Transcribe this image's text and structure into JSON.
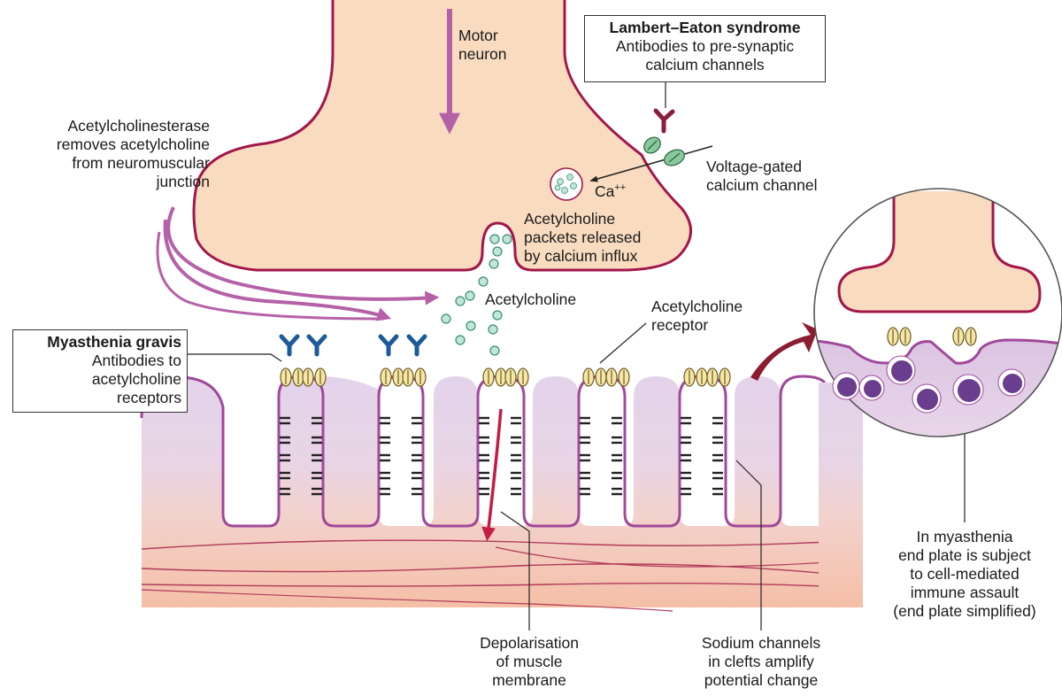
{
  "labels": {
    "motor_neuron": [
      "Motor",
      "neuron"
    ],
    "lambert_title": "Lambert–Eaton syndrome",
    "lambert_desc": [
      "Antibodies to pre-synaptic",
      "calcium channels"
    ],
    "acetylcholinesterase": [
      "Acetylcholinesterase",
      "removes acetylcholine",
      "from neuromuscular",
      "junction"
    ],
    "voltage_gated": [
      "Voltage-gated",
      "calcium channel"
    ],
    "calcium": "Ca",
    "calcium_charge": "++",
    "ach_packets": [
      "Acetylcholine",
      "packets released",
      "by calcium influx"
    ],
    "acetylcholine": "Acetylcholine",
    "ach_receptor": [
      "Acetylcholine",
      "receptor"
    ],
    "mg_title": "Myasthenia gravis",
    "mg_desc": [
      "Antibodies to",
      "acetylcholine",
      "receptors"
    ],
    "depolarisation": [
      "Depolarisation",
      "of muscle",
      "membrane"
    ],
    "sodium": [
      "Sodium channels",
      "in clefts amplify",
      "potential change"
    ],
    "inset_caption": [
      "In myasthenia",
      "end plate is subject",
      "to cell-mediated",
      "immune assault",
      "(end plate simplified)"
    ]
  },
  "colors": {
    "neuron_fill": "#f9dcc0",
    "neuron_outline": "#a3174a",
    "muscle_top": "#dccbe4",
    "muscle_bottom": "#f4bea6",
    "membrane": "#a0489a",
    "arrow_purple": "#b561a8",
    "vesicle": "#bfe6d6",
    "antibody": "#1c5a9a",
    "receptor": "#f6e7a6",
    "channel": "#89c89a",
    "depol_arrow": "#c41c45",
    "inset_arrow": "#8c1d30"
  }
}
